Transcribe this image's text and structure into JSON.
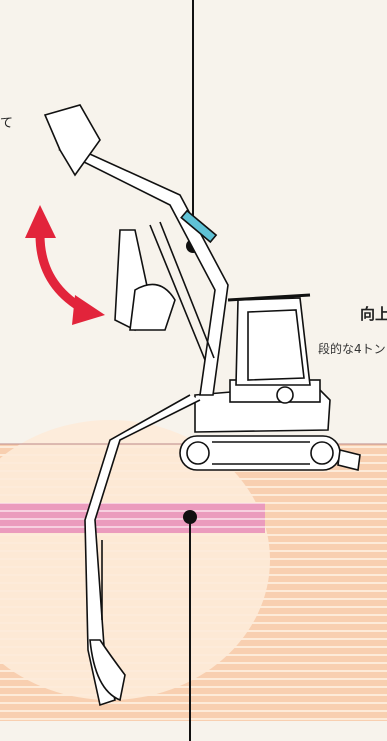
{
  "text_fragments": {
    "line1_tail": "て",
    "heading_tail": "向上",
    "note_tail": "段的な4トン"
  },
  "colors": {
    "background": "#f7f3ec",
    "ground_band": "#f6c9a6",
    "ground_stripe": "#ffffff",
    "highlight_band": "#e98fb5",
    "arrow": "#e2243b",
    "cylinder_highlight": "#5fc2d6",
    "linework": "#111111"
  },
  "icons": {
    "machine": "mini-excavator-illustration",
    "arrow": "curved-double-arrow-icon",
    "marker": "callout-dot-icon"
  }
}
